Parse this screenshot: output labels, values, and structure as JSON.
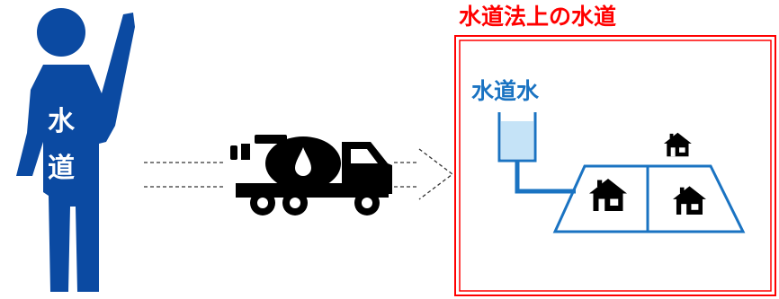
{
  "person": {
    "char_1": "水",
    "char_2": "道",
    "color": "#0b4aa2"
  },
  "boundary": {
    "title": "水道法上の水道",
    "color": "#ff0000"
  },
  "system": {
    "label": "水道水",
    "pipe_color": "#1a73c2",
    "tank_color": "#c5e3f7"
  },
  "vehicle": {
    "icon": "water-tanker-truck-icon",
    "color": "#000000"
  },
  "icons": [
    "house-icon",
    "house-icon",
    "house-icon"
  ]
}
